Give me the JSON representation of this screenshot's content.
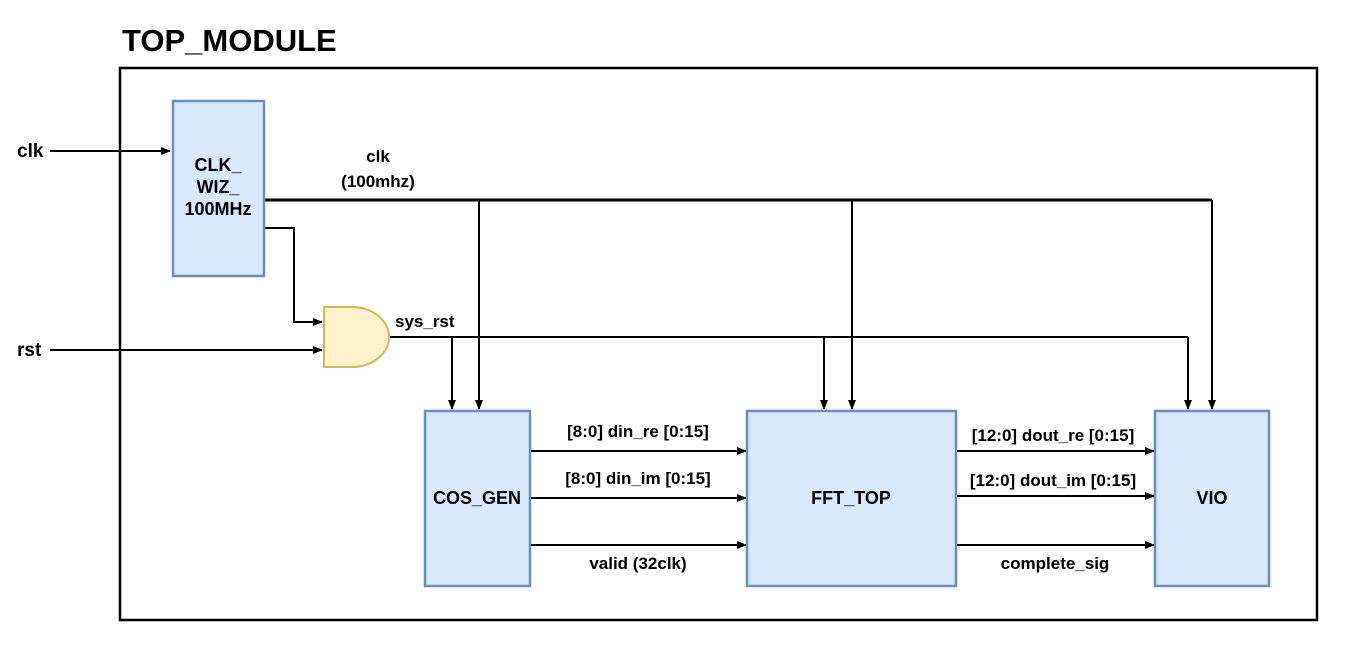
{
  "module": {
    "title": "TOP_MODULE"
  },
  "inputs": {
    "clk": "clk",
    "rst": "rst"
  },
  "blocks": {
    "clk_wiz": [
      "CLK_",
      "WIZ_",
      "100MHz"
    ],
    "cos_gen": "COS_GEN",
    "fft_top": "FFT_TOP",
    "vio": "VIO"
  },
  "signals": {
    "clk_net": [
      "clk",
      "(100mhz)"
    ],
    "sys_rst": "sys_rst",
    "din_re": "[8:0] din_re [0:15]",
    "din_im": "[8:0] din_im [0:15]",
    "valid": "valid (32clk)",
    "dout_re": "[12:0] dout_re [0:15]",
    "dout_im": "[12:0] dout_im [0:15]",
    "complete_sig": "complete_sig"
  },
  "colors": {
    "block_fill": "#dae8fc",
    "block_stroke": "#6c8ebf",
    "gate_fill": "#fff2cc",
    "gate_stroke": "#d6b656",
    "line": "#000000"
  }
}
